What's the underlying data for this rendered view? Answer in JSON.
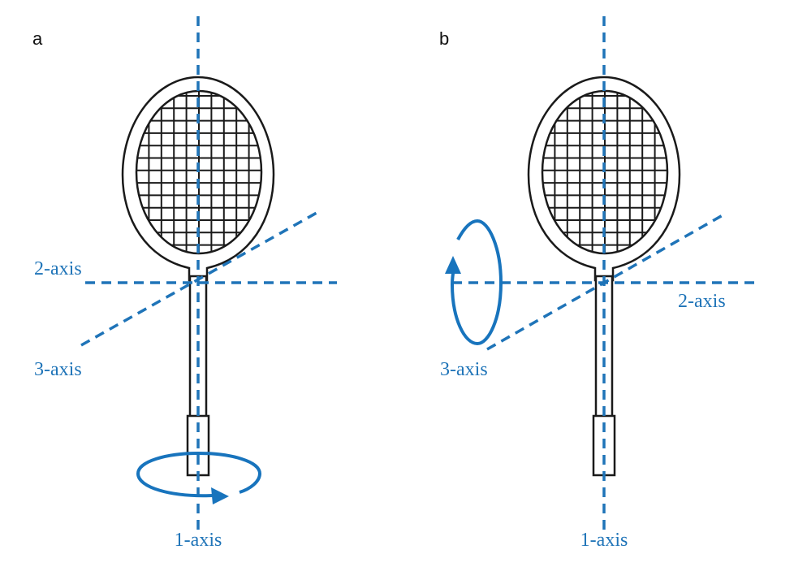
{
  "panels": [
    {
      "letter": "a",
      "labels": {
        "axis1": "1-axis",
        "axis2": "2-axis",
        "axis3": "3-axis"
      },
      "rotation_about": "1-axis"
    },
    {
      "letter": "b",
      "labels": {
        "axis1": "1-axis",
        "axis2": "2-axis",
        "axis3": "3-axis"
      },
      "rotation_about": "2-axis"
    }
  ],
  "colors": {
    "axis": "#1f74b8",
    "outline": "#1a1a1a"
  }
}
